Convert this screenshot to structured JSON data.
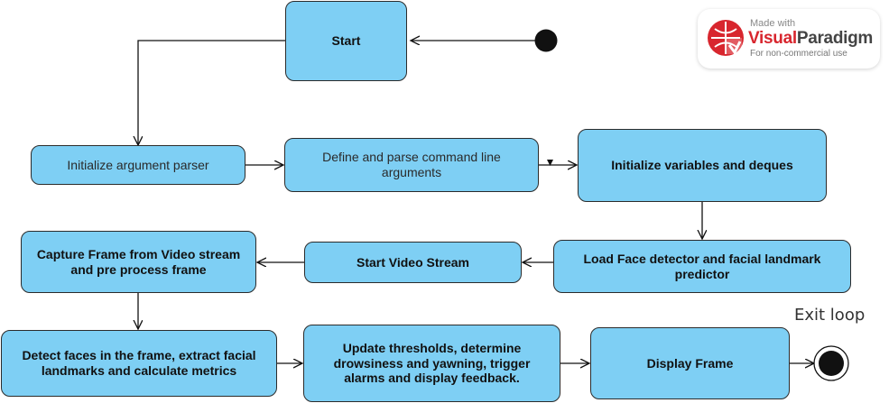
{
  "nodes": {
    "start": "Start",
    "init_parser": "Initialize argument parser",
    "define_parse": "Define and parse command line arguments",
    "init_vars": "Initialize variables and deques",
    "load_detector": "Load Face detector and facial landmark predictor",
    "start_stream": "Start Video Stream",
    "capture_frame": "Capture Frame from Video stream and pre process frame",
    "detect_faces": "Detect faces in the frame, extract facial landmarks and calculate metrics",
    "update_thresholds": "Update thresholds, determine drowsiness and yawning, trigger alarms and display feedback.",
    "display_frame": "Display Frame"
  },
  "exit_label": "Exit loop",
  "watermark": {
    "made_with": "Made with",
    "brand_part1": "Visual",
    "brand_part2": "Paradigm",
    "subtitle": "For non-commercial use"
  },
  "colors": {
    "node_fill": "#7ecff4",
    "node_border": "#2b2b2b",
    "line": "#111111",
    "brand_red": "#d8262e"
  }
}
